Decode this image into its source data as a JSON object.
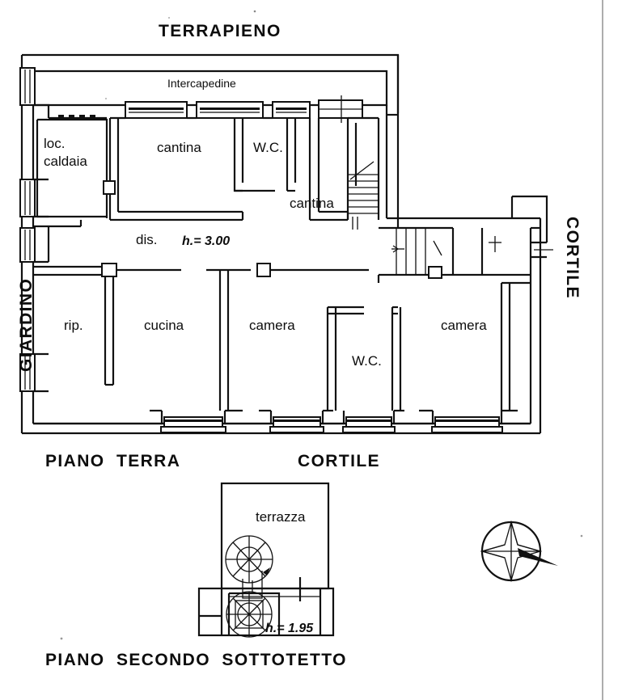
{
  "document": {
    "kind": "architectural-floor-plan",
    "language": "it",
    "background_color": "#ffffff",
    "ink_color": "#0d0d0d"
  },
  "titles": {
    "top": "TERRAPIENO",
    "left_side": "GIARDINO",
    "right_side": "CORTILE",
    "ground_floor_caption": "PIANO  TERRA",
    "courtyard_caption": "CORTILE",
    "attic_caption": "PIANO  SECONDO  SOTTOTETTO"
  },
  "ground_floor": {
    "cavity_label": "Intercapedine",
    "rooms": [
      {
        "key": "loc-caldaia",
        "label_line1": "loc.",
        "label_line2": "caldaia"
      },
      {
        "key": "cantina-1",
        "label": "cantina"
      },
      {
        "key": "wc-upper",
        "label": "W.C."
      },
      {
        "key": "cantina-2",
        "label": "cantina"
      },
      {
        "key": "disimpegno",
        "label": "dis."
      },
      {
        "key": "ripostiglio",
        "label": "rip."
      },
      {
        "key": "cucina",
        "label": "cucina"
      },
      {
        "key": "camera-1",
        "label": "camera"
      },
      {
        "key": "wc-lower",
        "label": "W.C."
      },
      {
        "key": "camera-2",
        "label": "camera"
      }
    ],
    "height_note": "h.= 3.00"
  },
  "attic_floor": {
    "rooms": [
      {
        "key": "terrazza",
        "label": "terrazza"
      }
    ],
    "height_note": "h.= 1.95"
  },
  "compass": {
    "name": "compass-rose",
    "style": "four-point-star-in-circle"
  }
}
